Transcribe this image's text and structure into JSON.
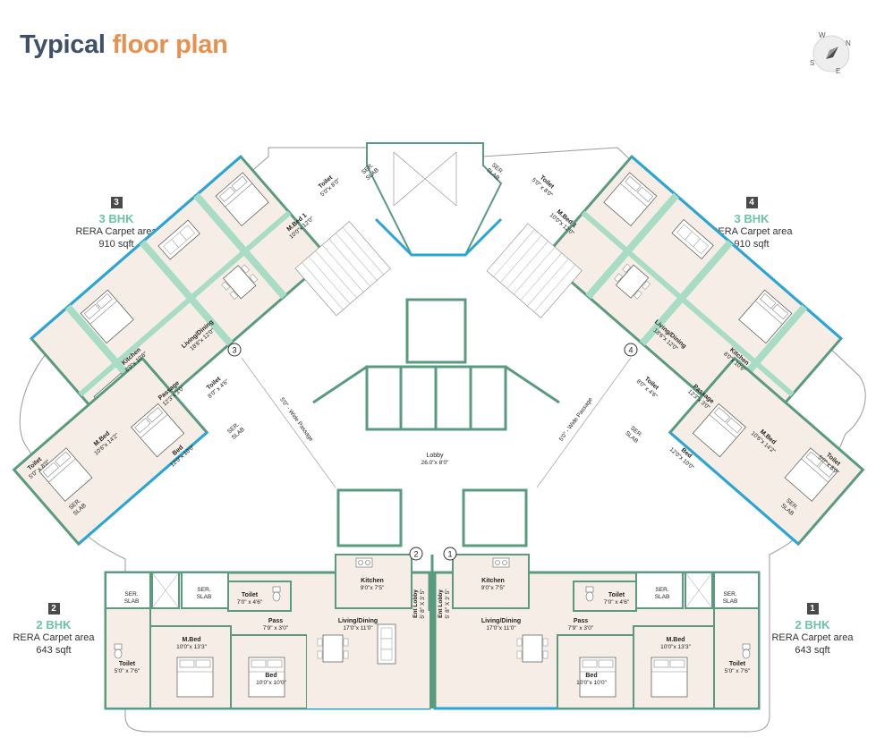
{
  "title": {
    "part1": "Typical",
    "part2": "floor plan"
  },
  "compass": {
    "n": "N",
    "e": "E",
    "s": "S",
    "w": "W"
  },
  "colors": {
    "wall": "#a8dcc5",
    "wall_stroke": "#5a9b80",
    "floor": "#f6eee6",
    "glass": "#2aa5d8",
    "outline": "#888888",
    "title_dark": "#3f5168",
    "title_accent": "#e8914f",
    "bhk": "#6cc4a6"
  },
  "units": [
    {
      "num": "3",
      "bhk": "3 BHK",
      "carpet": "RERA Carpet area",
      "area": "910 sqft"
    },
    {
      "num": "4",
      "bhk": "3 BHK",
      "carpet": "RERA Carpet area",
      "area": "910 sqft"
    },
    {
      "num": "2",
      "bhk": "2 BHK",
      "carpet": "RERA Carpet area",
      "area": "643 sqft"
    },
    {
      "num": "1",
      "bhk": "2 BHK",
      "carpet": "RERA Carpet area",
      "area": "643 sqft"
    }
  ],
  "markers": [
    "3",
    "4",
    "2",
    "1"
  ],
  "rooms": {
    "u3": {
      "toilet1": {
        "name": "Toilet",
        "dim": "5'0\"x 8'0\""
      },
      "ser1": {
        "name": "SER.",
        "dim": "SLAB"
      },
      "mbed1": {
        "name": "M.Bed 1",
        "dim": "10'0\"x 12'0\""
      },
      "living": {
        "name": "Living/Dining",
        "dim": "18'6\"x 12'0\""
      },
      "kitchen": {
        "name": "Kitchen",
        "dim": "8'0\"x 10'6\""
      },
      "passage": {
        "name": "Passage",
        "dim": "12'3\"x 3'0\""
      },
      "toilet2": {
        "name": "Toilet",
        "dim": "8'0\" x 4'6\""
      },
      "mbed": {
        "name": "M.Bed",
        "dim": "10'6\"x 14'2\""
      },
      "bed": {
        "name": "Bed",
        "dim": "12'0\"x 10'0\""
      },
      "toilet3": {
        "name": "Toilet",
        "dim": "5'0\" x 8'0\""
      },
      "ser2": {
        "name": "SER.",
        "dim": "SLAB"
      },
      "ser3": {
        "name": "SER.",
        "dim": "SLAB"
      }
    },
    "u4": {
      "toilet1": {
        "name": "Toilet",
        "dim": "5'0\" x 8'0\""
      },
      "ser1": {
        "name": "SER.",
        "dim": "SLAB"
      },
      "mbed1": {
        "name": "M.Bed 1",
        "dim": "10'0\"x 12'0\""
      },
      "living": {
        "name": "Living/Dining",
        "dim": "18'6\"x 12'0\""
      },
      "kitchen": {
        "name": "Kitchen",
        "dim": "8'0\"x 10'6\""
      },
      "passage": {
        "name": "Passage",
        "dim": "12'3\"x 3'0\""
      },
      "toilet2": {
        "name": "Toilet",
        "dim": "8'0\" x 4'6\""
      },
      "mbed": {
        "name": "M.Bed",
        "dim": "10'6\"x 14'2\""
      },
      "bed": {
        "name": "Bed",
        "dim": "12'0\"x 10'0\""
      },
      "toilet3": {
        "name": "Toilet",
        "dim": "5'0\" x 8'0\""
      },
      "ser2": {
        "name": "SER.",
        "dim": "SLAB"
      },
      "ser3": {
        "name": "SER.",
        "dim": "SLAB"
      }
    },
    "passage_left": "5'0\" - Wide Passage",
    "passage_right": "5'0\" - Wide Passage",
    "lobby": {
      "name": "Lobby",
      "dim": "26.0\"x 8'0\""
    },
    "u2": {
      "ser1": {
        "name": "SER.",
        "dim": "SLAB"
      },
      "ser2": {
        "name": "SER.",
        "dim": "SLAB"
      },
      "toilet1": {
        "name": "Toilet",
        "dim": "7'0\" x 4'6\""
      },
      "kitchen": {
        "name": "Kitchen",
        "dim": "9'0\"x 7'5\""
      },
      "elobby": {
        "name": "Ent Lobby",
        "dim": "5' 8\" X 3' 5\""
      },
      "pass": {
        "name": "Pass",
        "dim": "7'9\" x 3'0\""
      },
      "living": {
        "name": "Living/Dining",
        "dim": "17'0\"x 11'0\""
      },
      "mbed": {
        "name": "M.Bed",
        "dim": "10'0\"x 13'3\""
      },
      "bed": {
        "name": "Bed",
        "dim": "10'0\"x 10'0\""
      },
      "toilet2": {
        "name": "Toilet",
        "dim": "5'0\" x 7'6\""
      }
    },
    "u1": {
      "ser1": {
        "name": "SER.",
        "dim": "SLAB"
      },
      "ser2": {
        "name": "SER.",
        "dim": "SLAB"
      },
      "toilet1": {
        "name": "Toilet",
        "dim": "7'0\" x 4'6\""
      },
      "kitchen": {
        "name": "Kitchen",
        "dim": "9'0\"x 7'5\""
      },
      "elobby": {
        "name": "Ent Lobby",
        "dim": "5' 8\" X 3' 5\""
      },
      "pass": {
        "name": "Pass",
        "dim": "7'9\" x 3'0\""
      },
      "living": {
        "name": "Living/Dining",
        "dim": "17'0\"x 11'0\""
      },
      "mbed": {
        "name": "M.Bed",
        "dim": "10'0\"x 13'3\""
      },
      "bed": {
        "name": "Bed",
        "dim": "10'0\"x 10'0\""
      },
      "toilet2": {
        "name": "Toilet",
        "dim": "5'0\" x 7'6\""
      }
    }
  }
}
